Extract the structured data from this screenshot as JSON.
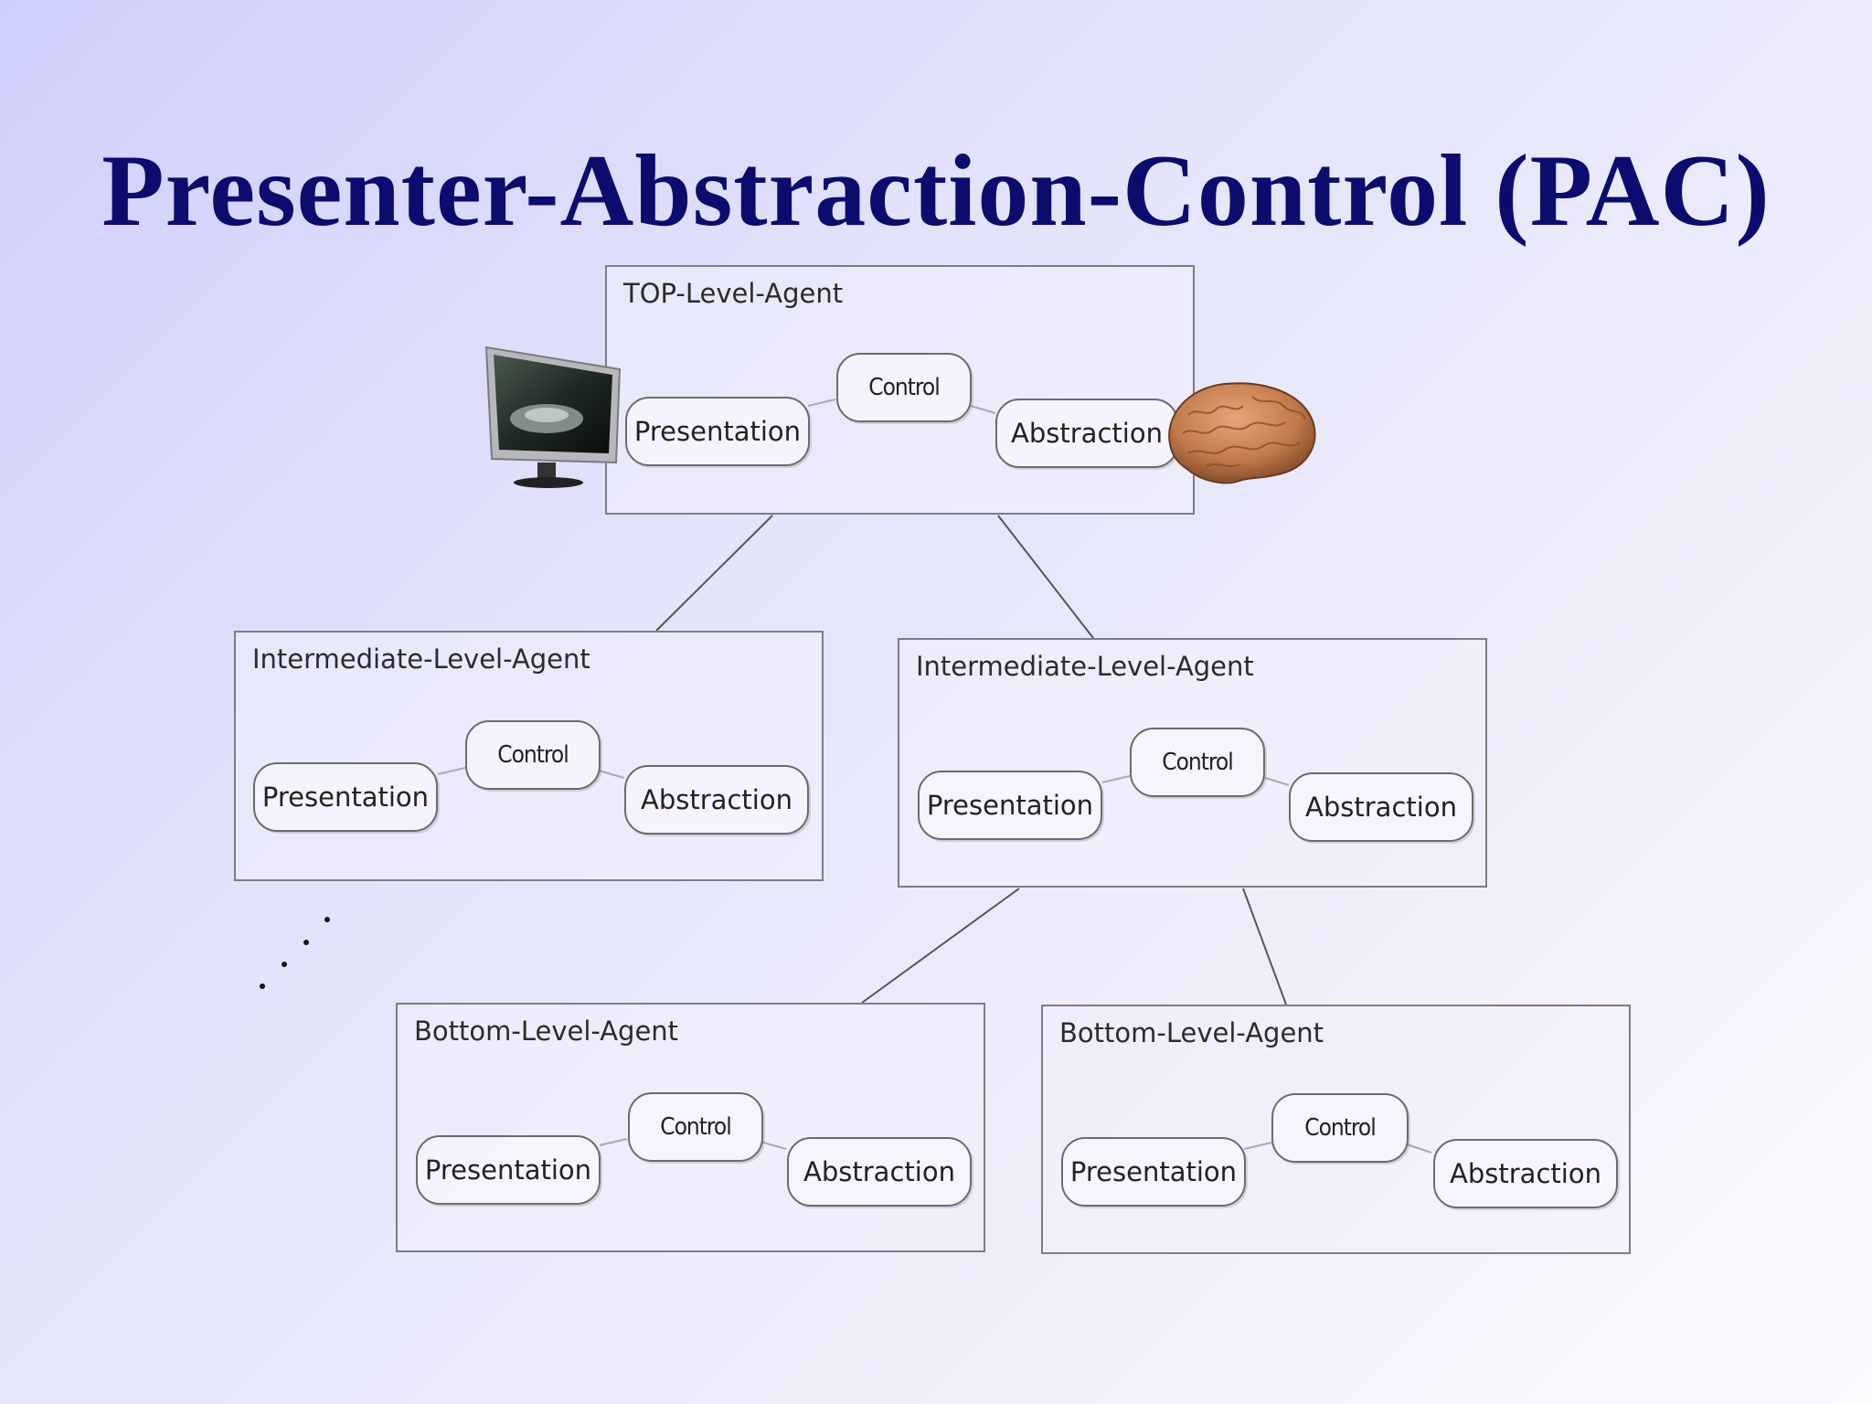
{
  "title": "Presenter-Abstraction-Control (PAC)",
  "agents": {
    "top": {
      "label": "TOP-Level-Agent",
      "presentation": "Presentation",
      "control": "Control",
      "abstraction": "Abstraction"
    },
    "intermediate_left": {
      "label": "Intermediate-Level-Agent",
      "presentation": "Presentation",
      "control": "Control",
      "abstraction": "Abstraction"
    },
    "intermediate_right": {
      "label": "Intermediate-Level-Agent",
      "presentation": "Presentation",
      "control": "Control",
      "abstraction": "Abstraction"
    },
    "bottom_left": {
      "label": "Bottom-Level-Agent",
      "presentation": "Presentation",
      "control": "Control",
      "abstraction": "Abstraction"
    },
    "bottom_right": {
      "label": "Bottom-Level-Agent",
      "presentation": "Presentation",
      "control": "Control",
      "abstraction": "Abstraction"
    }
  },
  "images": {
    "monitor": "monitor-icon",
    "brain": "brain-icon"
  },
  "colors": {
    "title": "#0c0c6e",
    "border": "#7d7d85"
  }
}
